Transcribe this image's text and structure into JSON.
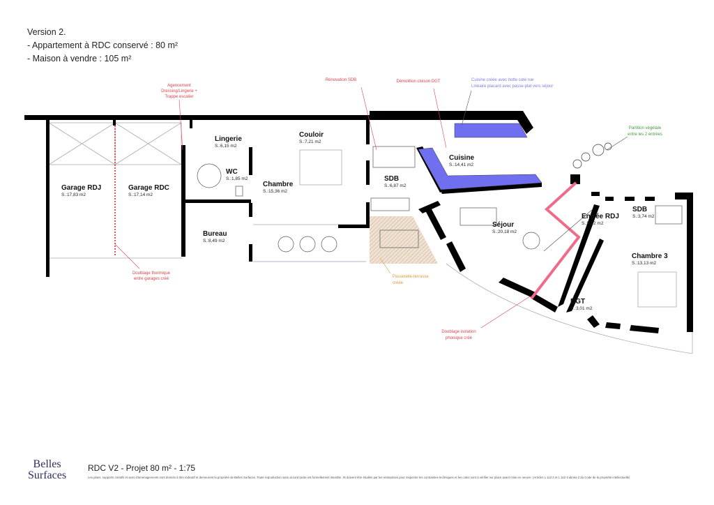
{
  "header": {
    "version": "Version 2.",
    "line1": "- Appartement à RDC conservé : 80 m²",
    "line2": "- Maison à vendre : 105 m²"
  },
  "rooms": [
    {
      "name": "Garage RDJ",
      "area": "S.:17,83 m2"
    },
    {
      "name": "Garage RDC",
      "area": "S.:17,14 m2"
    },
    {
      "name": "Lingerie",
      "area": "S.:6,15 m2"
    },
    {
      "name": "Couloir",
      "area": "S.:7,21 m2"
    },
    {
      "name": "WC",
      "area": "S.:1,85 m2"
    },
    {
      "name": "Chambre",
      "area": "S.:15,36 m2"
    },
    {
      "name": "Bureau",
      "area": "S.:8,49 m2"
    },
    {
      "name": "SDB",
      "area": "S.:6,87 m2"
    },
    {
      "name": "Cuisine",
      "area": "S.:14,41 m2"
    },
    {
      "name": "Séjour",
      "area": "S.:20,18 m2"
    },
    {
      "name": "Entrée RDJ",
      "area": "S.:5,52 m2"
    },
    {
      "name": "SDB",
      "area": "S.:3,74 m2"
    },
    {
      "name": "Chambre 3",
      "area": "S.:13,13 m2"
    },
    {
      "name": "DGT",
      "area": "S.:3,01 m2"
    }
  ],
  "annotations": {
    "lingerie": [
      "Agencement",
      "Dressing/Lingerie +",
      "Trappe escalier"
    ],
    "sdb": [
      "Rénovation SDB"
    ],
    "dgt": [
      "Démolition cloison DGT"
    ],
    "cuisine": [
      "Cuisine créée avec hotte coté rue",
      "Linéaire placard avec passe-plat vers séjour"
    ],
    "partition": [
      "Partition végétale",
      "entre les 2 entrées"
    ],
    "garages": [
      "Doublage thermique",
      "entre garages créé"
    ],
    "passerelle": [
      "Passerelle-terrasse",
      "créée"
    ],
    "doublage": [
      "Doublage isolation",
      "phonique créé"
    ]
  },
  "colors": {
    "wall": "#000000",
    "kitchen": "#6f6ff0",
    "insulation": "#f06b8a",
    "annotation_red": "#d9434c",
    "annotation_blue": "#7b7bea",
    "annotation_green": "#3f9a3f",
    "annotation_orange": "#d99a3a",
    "logo": "#2c2f5e"
  },
  "footer": {
    "logo_line1": "Belles",
    "logo_line2": "Surfaces",
    "title": "RDC V2 - Projet 80 m² - 1:75",
    "disclaimer": "Les plans, supports créatifs et axes d'aménagements sont donnés à titre indicatif et demeurent la propriété de Belles Surfaces. Toute reproduction sans accord tacite est formellement interdite. Ils doivent être étudiés par les entreprises pour respecter les contraintes techniques et les cotes sont à vérifier sur place avant mise en oeuvre. (Articles L 112-2 et L 112-3 alinéa 2 du Code de la propriété intellectuelle)"
  }
}
